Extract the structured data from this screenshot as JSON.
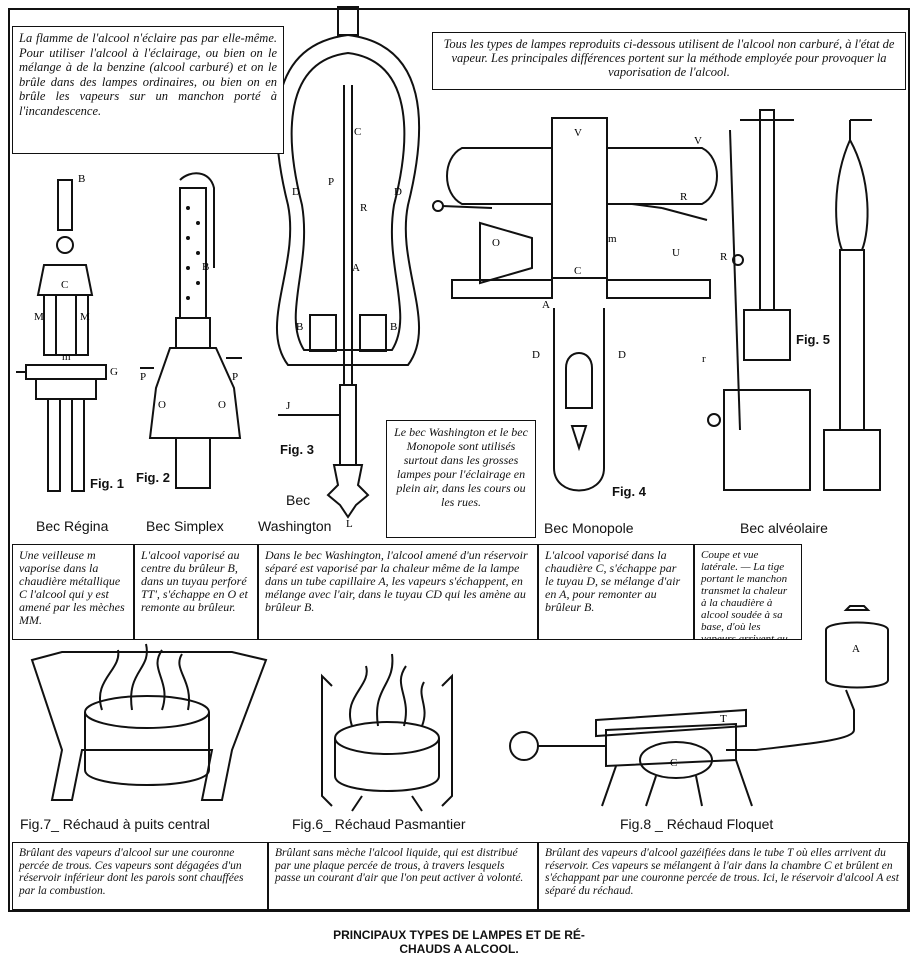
{
  "texts": {
    "top_left": "La flamme de l'alcool n'éclaire pas par elle-même. Pour utiliser l'alcool à l'éclairage, ou bien on le mélange à de la benzine (alcool carburé) et on le brûle dans des lampes ordinaires, ou bien on en brûle les vapeurs sur un manchon porté à l'incandescence.",
    "top_right": "Tous les types de lampes reproduits ci-dessous utilisent de l'alcool non carburé, à l'état de vapeur. Les principales différences portent sur la méthode employée pour provoquer la vaporisation de l'alcool.",
    "middle_note": "Le bec Washington et le bec Monopole sont utilisés surtout dans les grosses lampes pour l'éclairage en plein air, dans les cours ou les rues.",
    "desc_regina": "Une veilleuse m vaporise dans la chaudière métallique C l'alcool qui y est amené par les mèches MM.",
    "desc_simplex": "L'alcool vaporisé au centre du brûleur B, dans un tuyau perforé TT', s'échappe en O et remonte au brûleur.",
    "desc_washington": "Dans le bec Washington, l'alcool amené d'un réservoir séparé est vaporisé par la chaleur même de la lampe dans un tube capillaire A, les vapeurs s'échappent, en mélange avec l'air, dans le tuyau CD qui les amène au brûleur B.",
    "desc_monopole": "L'alcool vaporisé dans la chaudière C, s'échappe par le tuyau D, se mélange d'air en A, pour remonter au brûleur B.",
    "desc_alveolaire": "Coupe et vue latérale. — La tige portant le manchon transmet la chaleur à la chaudière à alcool soudée à sa base, d'où les vapeurs arrivent au brûleur.",
    "desc_puits": "Brûlant des vapeurs d'alcool sur une couronne percée de trous. Ces vapeurs sont dégagées d'un réservoir inférieur dont les parois sont chauffées par la combustion.",
    "desc_pasmantier": "Brûlant sans mèche l'alcool liquide, qui est distribué par une plaque percée de trous, à travers lesquels passe un courant d'air que l'on peut activer à volonté.",
    "desc_floquet": "Brûlant des vapeurs d'alcool gazéifiées dans le tube T où elles arrivent du réservoir. Ces vapeurs se mélangent à l'air dans la chambre C et brûlent en s'échappant par une couronne percée de trous. Ici, le réservoir d'alcool A est séparé du réchaud."
  },
  "captions": {
    "regina": "Bec Régina",
    "simplex": "Bec Simplex",
    "washington_line1": "Bec",
    "washington_line2": "Washington",
    "monopole": "Bec Monopole",
    "alveolaire": "Bec alvéolaire",
    "puits": "Fig.7_ Réchaud à puits central",
    "pasmantier": "Fig.6_ Réchaud Pasmantier",
    "floquet": "Fig.8 _ Réchaud Floquet"
  },
  "figures": {
    "fig1": "Fig. 1",
    "fig2": "Fig. 2",
    "fig3": "Fig. 3",
    "fig4": "Fig. 4",
    "fig5": "Fig. 5"
  },
  "labels": {
    "B": "B",
    "C": "C",
    "M": "M",
    "m": "m",
    "G": "G",
    "T": "T",
    "P": "P",
    "O": "O",
    "D": "D",
    "R": "R",
    "A": "A",
    "J": "J",
    "L": "L",
    "V": "V",
    "U": "U",
    "r": "r"
  },
  "title_line1": "PRINCIPAUX TYPES DE LAMPES ET DE RÉ-",
  "title_line2": "CHAUDS A ALCOOL."
}
